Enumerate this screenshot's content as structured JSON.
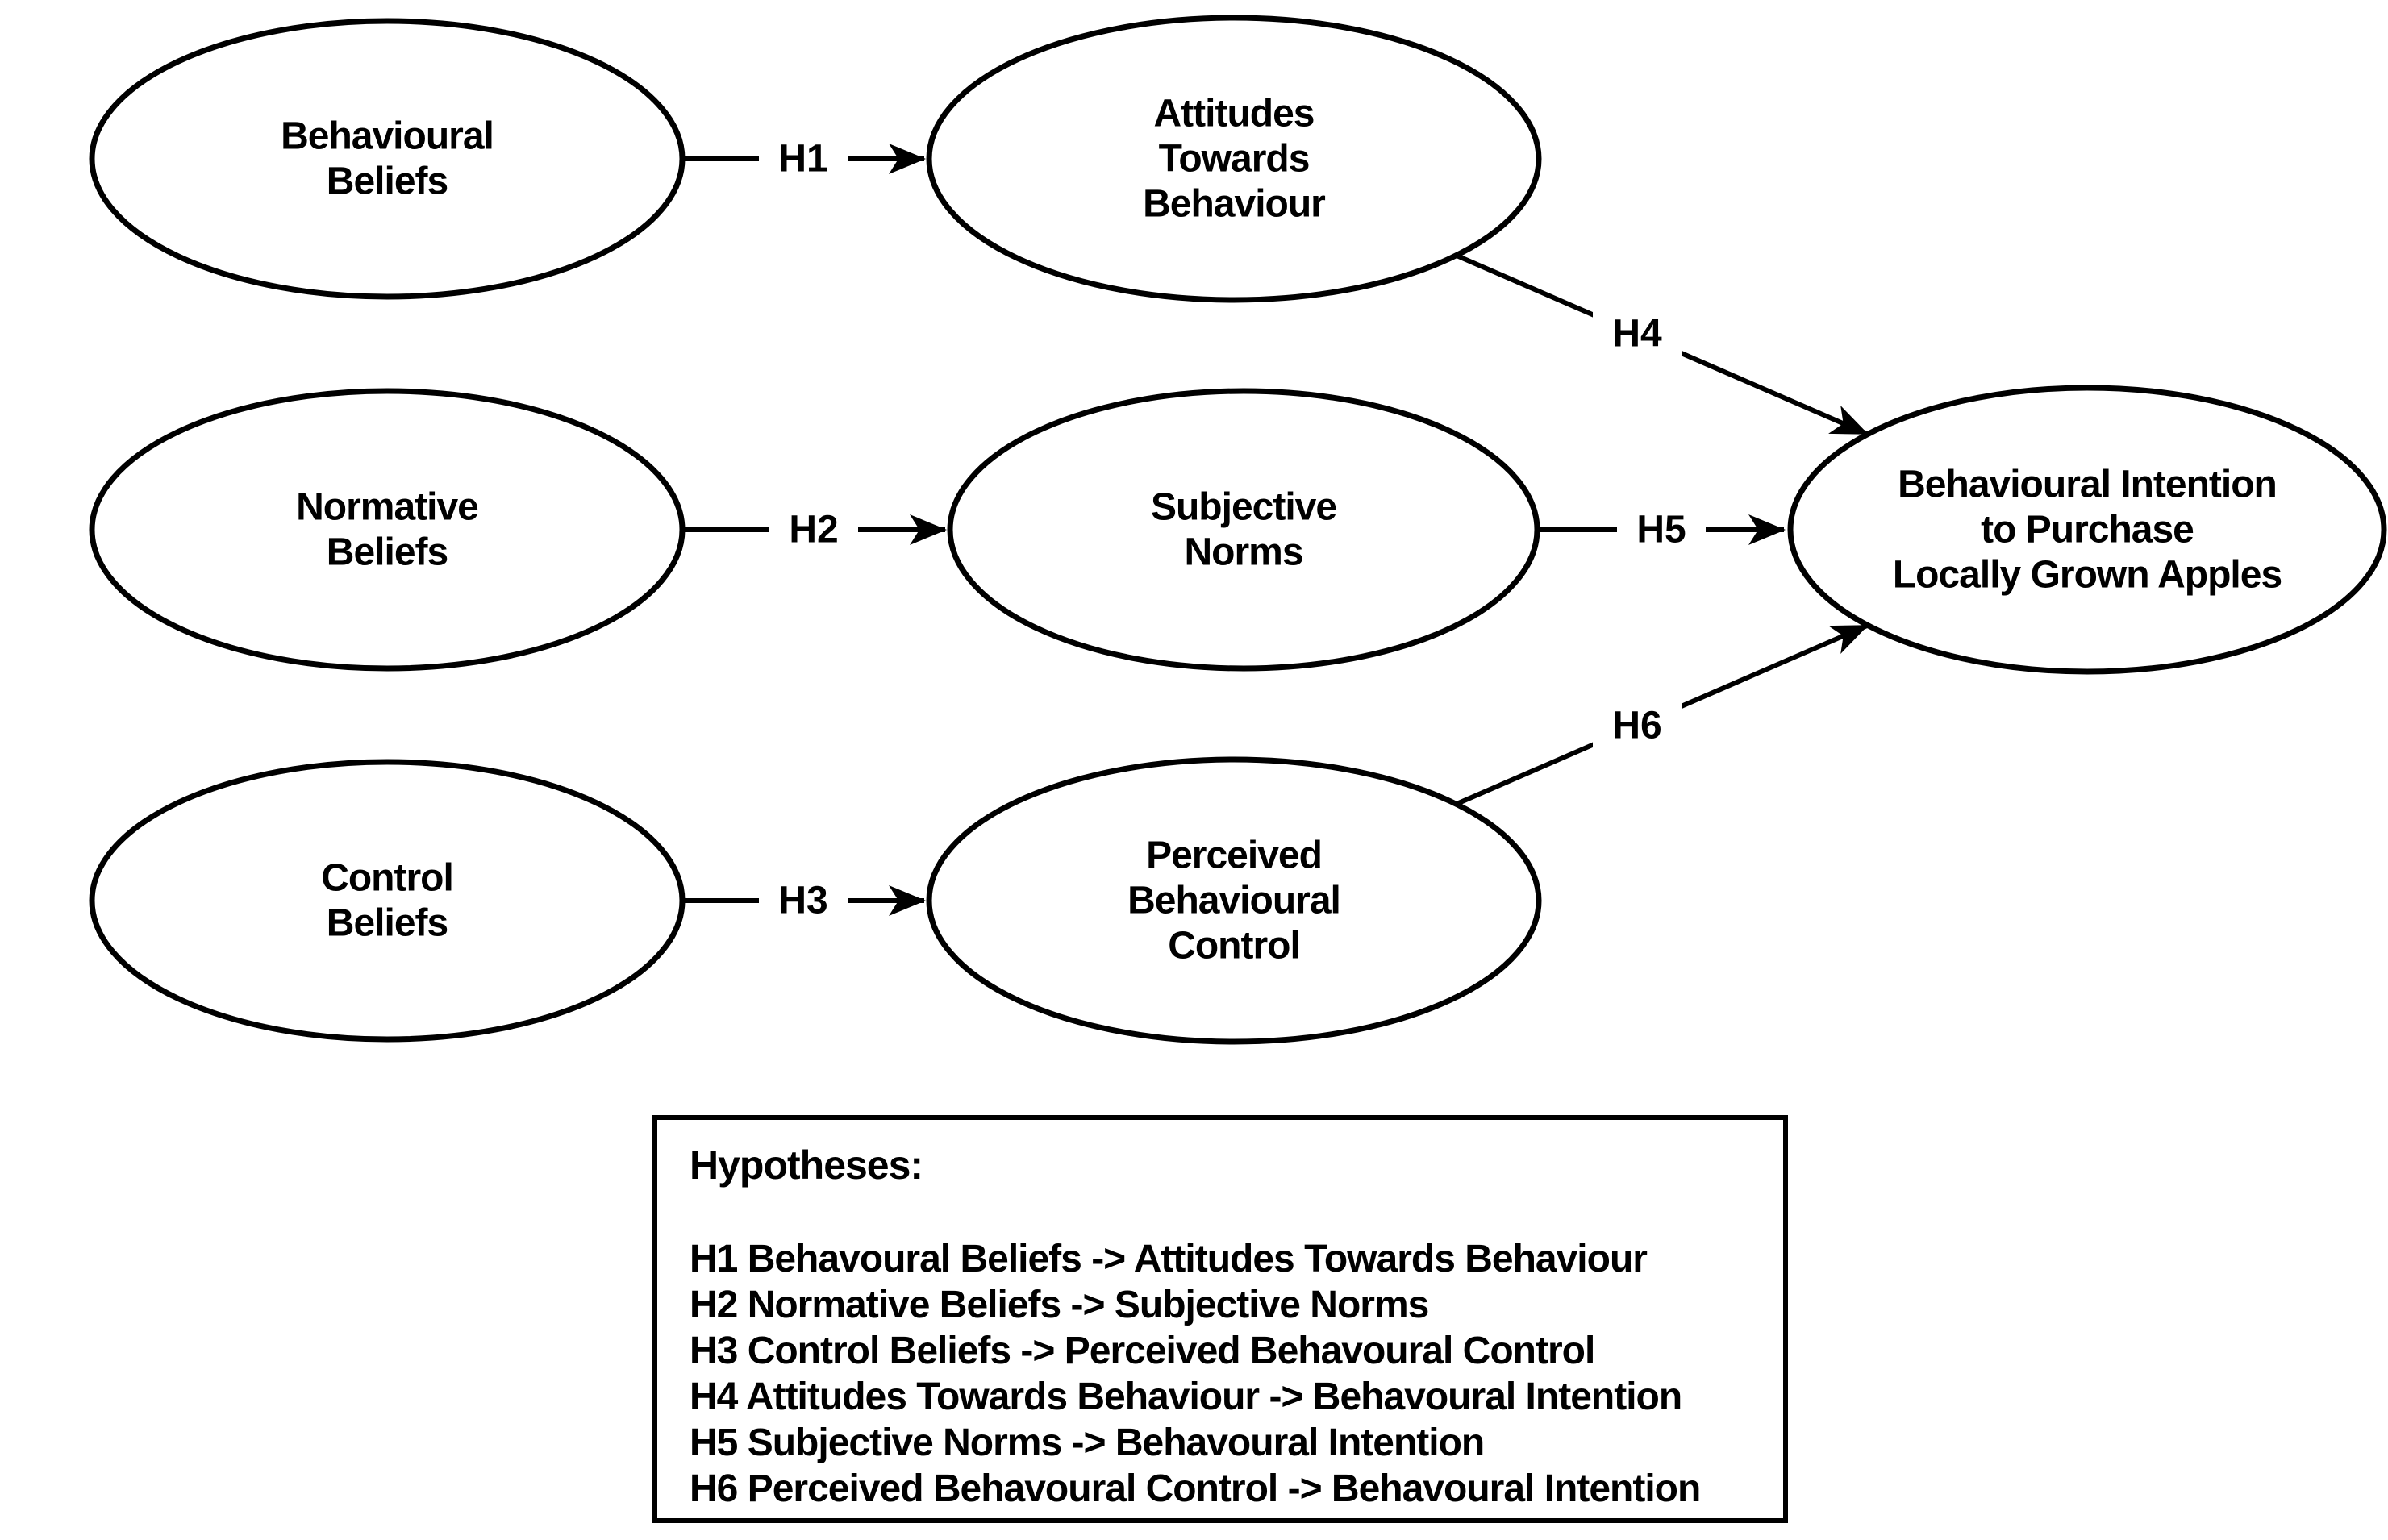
{
  "colors": {
    "ink": "#000000",
    "background": "#ffffff"
  },
  "nodes": {
    "behavioural_beliefs": {
      "lines": [
        "Behavioural",
        "Beliefs"
      ]
    },
    "attitudes_towards_behaviour": {
      "lines": [
        "Attitudes",
        "Towards",
        "Behaviour"
      ]
    },
    "normative_beliefs": {
      "lines": [
        "Normative",
        "Beliefs"
      ]
    },
    "subjective_norms": {
      "lines": [
        "Subjective",
        "Norms"
      ]
    },
    "behavioural_intention": {
      "lines": [
        "Behavioural Intention",
        "to Purchase",
        "Locally Grown Apples"
      ]
    },
    "control_beliefs": {
      "lines": [
        "Control",
        "Beliefs"
      ]
    },
    "perceived_behavioural_control": {
      "lines": [
        "Perceived",
        "Behavioural",
        "Control"
      ]
    }
  },
  "edges": {
    "h1": {
      "label": "H1"
    },
    "h2": {
      "label": "H2"
    },
    "h3": {
      "label": "H3"
    },
    "h4": {
      "label": "H4"
    },
    "h5": {
      "label": "H5"
    },
    "h6": {
      "label": "H6"
    }
  },
  "legend": {
    "title": "Hypotheses:",
    "items": [
      "H1 Behavoural Beliefs -> Attitudes Towards Behaviour",
      "H2 Normative Beliefs -> Subjective Norms",
      "H3 Control Beliefs -> Perceived Behavoural Control",
      "H4 Attitudes Towards Behaviour -> Behavoural Intention",
      "H5 Subjective Norms -> Behavoural Intention",
      "H6 Perceived Behavoural Control -> Behavoural Intention"
    ]
  }
}
